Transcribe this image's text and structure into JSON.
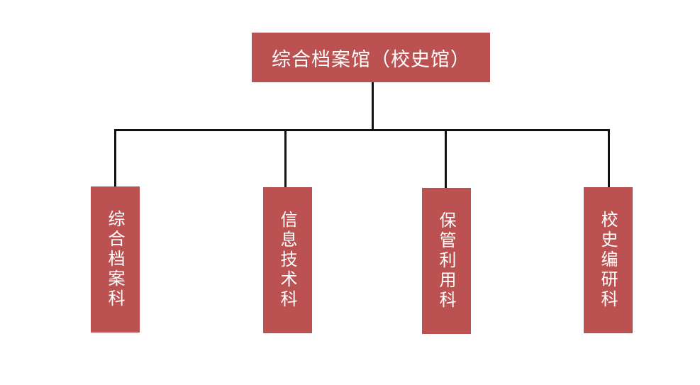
{
  "root": {
    "label": "综合档案馆（校史馆）"
  },
  "children": [
    {
      "label": "综合档案科"
    },
    {
      "label": "信息技术科"
    },
    {
      "label": "保管利用科"
    },
    {
      "label": "校史编研科"
    }
  ],
  "colors": {
    "box": "#bb5251",
    "text": "#ffffff",
    "connector": "#111111"
  }
}
